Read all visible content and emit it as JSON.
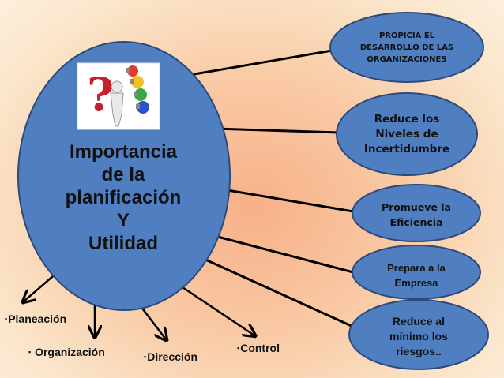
{
  "center": {
    "lines": [
      "Importancia",
      "de la",
      "planificación",
      "Y",
      "Utilidad"
    ]
  },
  "benefits": [
    {
      "lines": [
        "PROPICIA EL",
        "DESARROLLO DE LAS",
        "ORGANIZACIONES"
      ]
    },
    {
      "lines": [
        "Reduce los",
        "Niveles de",
        "Incertidumbre"
      ]
    },
    {
      "lines": [
        "Promueve la",
        "Eficiencia"
      ]
    },
    {
      "lines": [
        "Prepara a la",
        "Empresa"
      ]
    },
    {
      "lines": [
        "Reduce al",
        "mínimo los",
        "riesgos.."
      ]
    }
  ],
  "functions": {
    "bullet": "▪",
    "items": [
      "Planeación",
      "Organización",
      "Dirección",
      "Control"
    ]
  },
  "colors": {
    "ellipse_fill": "#4f7fc0",
    "ellipse_stroke": "#2c4a7a",
    "line": "#000000"
  },
  "image": {
    "icon": "question-mark-figure-with-lightbulbs"
  }
}
